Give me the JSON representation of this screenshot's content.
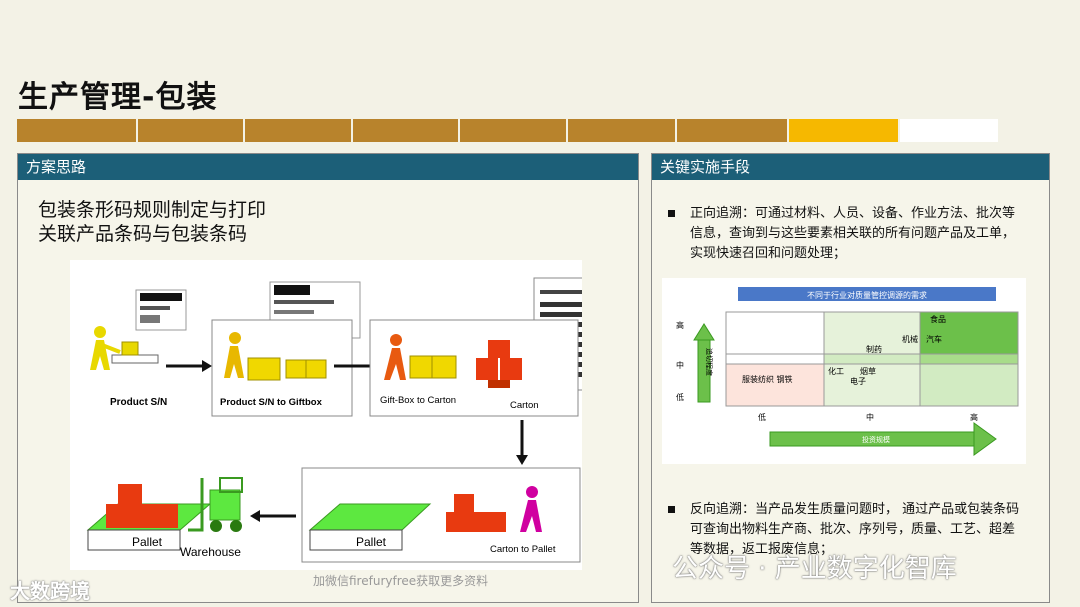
{
  "page": {
    "title": "生产管理-包装",
    "bar_colors": [
      "#b8832c",
      "#b8832c",
      "#b8832c",
      "#b8832c",
      "#b8832c",
      "#b8832c",
      "#b8832c",
      "#f6b800",
      "#ffffff"
    ]
  },
  "left_panel": {
    "header": "方案思路",
    "lines": [
      "包装条形码规则制定与打印",
      "关联产品条码与包装条码"
    ],
    "figure": {
      "labels": {
        "product_sn": "Product S/N",
        "sn_giftbox": "Product S/N to Giftbox",
        "giftbox_carton": "Gift-Box to Carton",
        "carton": "Carton",
        "carton_pallet": "Carton to Pallet",
        "pallet1": "Pallet",
        "pallet2": "Pallet",
        "warehouse": "Warehouse"
      }
    }
  },
  "right_panel": {
    "header": "关键实施手段",
    "items": [
      {
        "text": "正向追溯：可通过材料、人员、设备、作业方法、批次等信息，查询到与这些要素相关联的所有问题产品及工单，实现快速召回和问题处理；"
      },
      {
        "text": "反向追溯：当产品发生质量问题时， 通过产品或包装条码可查询出物料生产商、批次、序列号，质量、工艺、超差等数据，返工报废信息；"
      }
    ],
    "chart": {
      "title": "不同于行业对质量管控调源的需求",
      "y_ticks": [
        "高",
        "中",
        "低"
      ],
      "y_arrow_label": "追切程度",
      "x_ticks": [
        "低",
        "中",
        "高"
      ],
      "x_arrow_label": "投资规模",
      "cells": {
        "food": "食品",
        "auto": "汽车",
        "machinery": "机械",
        "pharma": "制药",
        "chemical": "化工",
        "tobacco": "烟草",
        "electronics": "电子",
        "apparel": "服装纺织 钢铁"
      }
    }
  },
  "footer": {
    "note": "加微信firefuryfree获取更多资料",
    "watermark_left": "大数跨境",
    "watermark_right": "公众号 · 产业数字化智库"
  }
}
